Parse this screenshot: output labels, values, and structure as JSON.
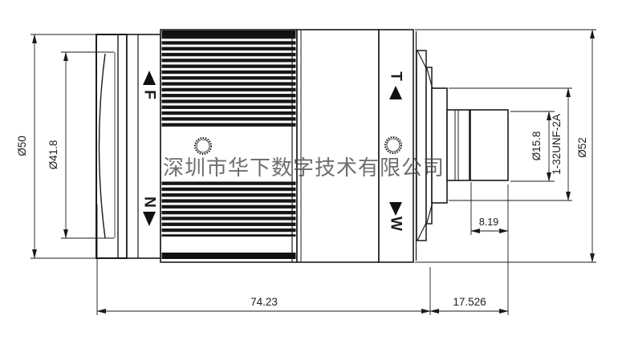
{
  "drawing": {
    "watermark": "深圳市华下数字技术有限公司",
    "focus_ring": {
      "far_label": "F",
      "near_label": "N"
    },
    "zoom_ring": {
      "tele_label": "T",
      "wide_label": "W"
    },
    "dimensions": {
      "front_outer_diameter": "Ø50",
      "front_inner_diameter": "Ø41.8",
      "rear_barrel_diameter": "Ø15.8",
      "mount_thread_spec": "1-32UNF-2A",
      "max_body_diameter": "Ø52",
      "body_length": "74.23",
      "flange_back_distance": "17.526",
      "rear_thread_length": "8.19"
    },
    "colors": {
      "line": "#1b1b1b",
      "background": "#ffffff",
      "watermark_gray": "#4a4a4a"
    }
  }
}
